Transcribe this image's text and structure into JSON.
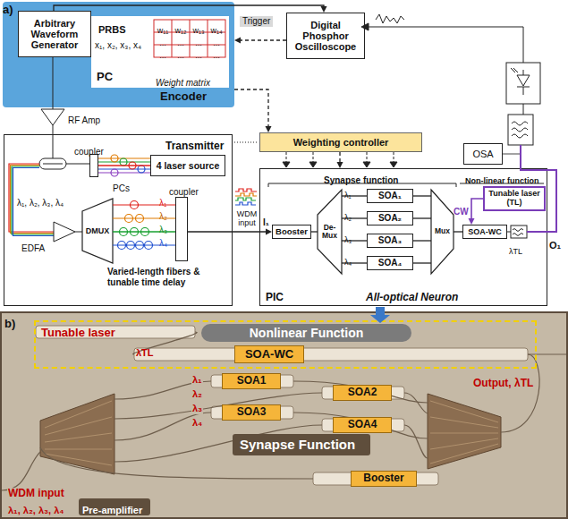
{
  "diagram": {
    "nodes": [
      {
        "text": [
          "Encoder"
        ]
      },
      {
        "text": [
          "Arbitrary Waveform Generator"
        ],
        "in": 0
      },
      {
        "text": [
          "PC",
          "PRBS",
          "x₁, x₂, x₃, x₄",
          "Weight matrix"
        ],
        "in": 0
      },
      {
        "text": [
          "Digital Phosphor Oscilloscope"
        ]
      },
      {
        "text": [
          "OSA"
        ]
      },
      {
        "text": [
          "Transmitter"
        ]
      },
      {
        "text": [
          "coupler"
        ],
        "in": 5
      },
      {
        "text": [
          "4 laser source"
        ],
        "in": 5
      },
      {
        "text": [
          "DMUX"
        ],
        "in": 5
      },
      {
        "text": [
          "coupler"
        ],
        "in": 5
      },
      {
        "text": [
          "Weighting controller"
        ]
      },
      {
        "text": [
          "PIC",
          "All-optical Neuron"
        ]
      },
      {
        "text": [
          "Booster"
        ],
        "in": 11
      },
      {
        "text": [
          "De-Mux"
        ],
        "in": 11
      },
      {
        "text": [
          "SOA₁"
        ],
        "in": 11
      },
      {
        "text": [
          "SOA₂"
        ],
        "in": 11
      },
      {
        "text": [
          "SOA₃"
        ],
        "in": 11
      },
      {
        "text": [
          "SOA₄"
        ],
        "in": 11
      },
      {
        "text": [
          "Mux"
        ],
        "in": 11
      },
      {
        "text": [
          "Tunable laser (TL)"
        ],
        "in": 11
      },
      {
        "text": [
          "SOA-WC"
        ],
        "in": 11
      },
      {
        "text": [
          "Tunable laser"
        ]
      },
      {
        "text": [
          "Nonlinear Function"
        ],
        "in": 21
      },
      {
        "text": [
          "SOA-WC"
        ],
        "in": 21
      },
      {
        "text": [
          "SOA1"
        ]
      },
      {
        "text": [
          "SOA2"
        ]
      },
      {
        "text": [
          "SOA3"
        ]
      },
      {
        "text": [
          "SOA4"
        ]
      },
      {
        "text": [
          "Booster"
        ]
      }
    ],
    "edges": [
      {
        "from": 1,
        "to": 3,
        "arrow": "to",
        "label": "Trigger"
      },
      {
        "from": 3,
        "to": 0,
        "arrow": "to"
      },
      {
        "from": 0,
        "to": 10,
        "arrow": "to"
      },
      {
        "from": 10,
        "to": 11,
        "arrow": "to"
      },
      {
        "from": 7,
        "to": 6,
        "arrow": "none"
      },
      {
        "from": 8,
        "to": 9,
        "arrow": "none"
      },
      {
        "from": 9,
        "to": 12,
        "arrow": "to"
      },
      {
        "from": 12,
        "to": 13,
        "arrow": "none"
      },
      {
        "from": 13,
        "to": 14,
        "arrow": "none"
      },
      {
        "from": 13,
        "to": 15,
        "arrow": "none"
      },
      {
        "from": 13,
        "to": 16,
        "arrow": "none"
      },
      {
        "from": 13,
        "to": 17,
        "arrow": "none"
      },
      {
        "from": 14,
        "to": 18,
        "arrow": "none"
      },
      {
        "from": 15,
        "to": 18,
        "arrow": "none"
      },
      {
        "from": 16,
        "to": 18,
        "arrow": "none"
      },
      {
        "from": 17,
        "to": 18,
        "arrow": "none"
      },
      {
        "from": 18,
        "to": 20,
        "arrow": "none"
      },
      {
        "from": 19,
        "to": 20,
        "arrow": "to",
        "label": "CW"
      }
    ],
    "labels": [
      "a)",
      "RF Amp",
      "PCs",
      "λ₁, λ₂, λ₃, λ₄",
      "EDFA",
      "λ₁",
      "λ₂",
      "λ₃",
      "λ₄",
      "Varied-length fibers & tunable time delay",
      "WDM input",
      "I₁",
      "Synapse function",
      "Non-linear function",
      "λ₁",
      "λ₂",
      "λ₃",
      "λ₄",
      "λTL",
      "O₁",
      "w₁₁",
      "w₁₂",
      "w₁₃",
      "w₁₄",
      "...",
      "...",
      "...",
      "...",
      "...",
      "...",
      "...",
      "...",
      "b)",
      "λTL",
      "Output, λTL",
      "λ₁",
      "λ₂",
      "λ₃",
      "λ₄",
      "Synapse Function",
      "WDM input",
      "λ₁, λ₂, λ₃, λ₄",
      "Pre-amplifier"
    ]
  }
}
